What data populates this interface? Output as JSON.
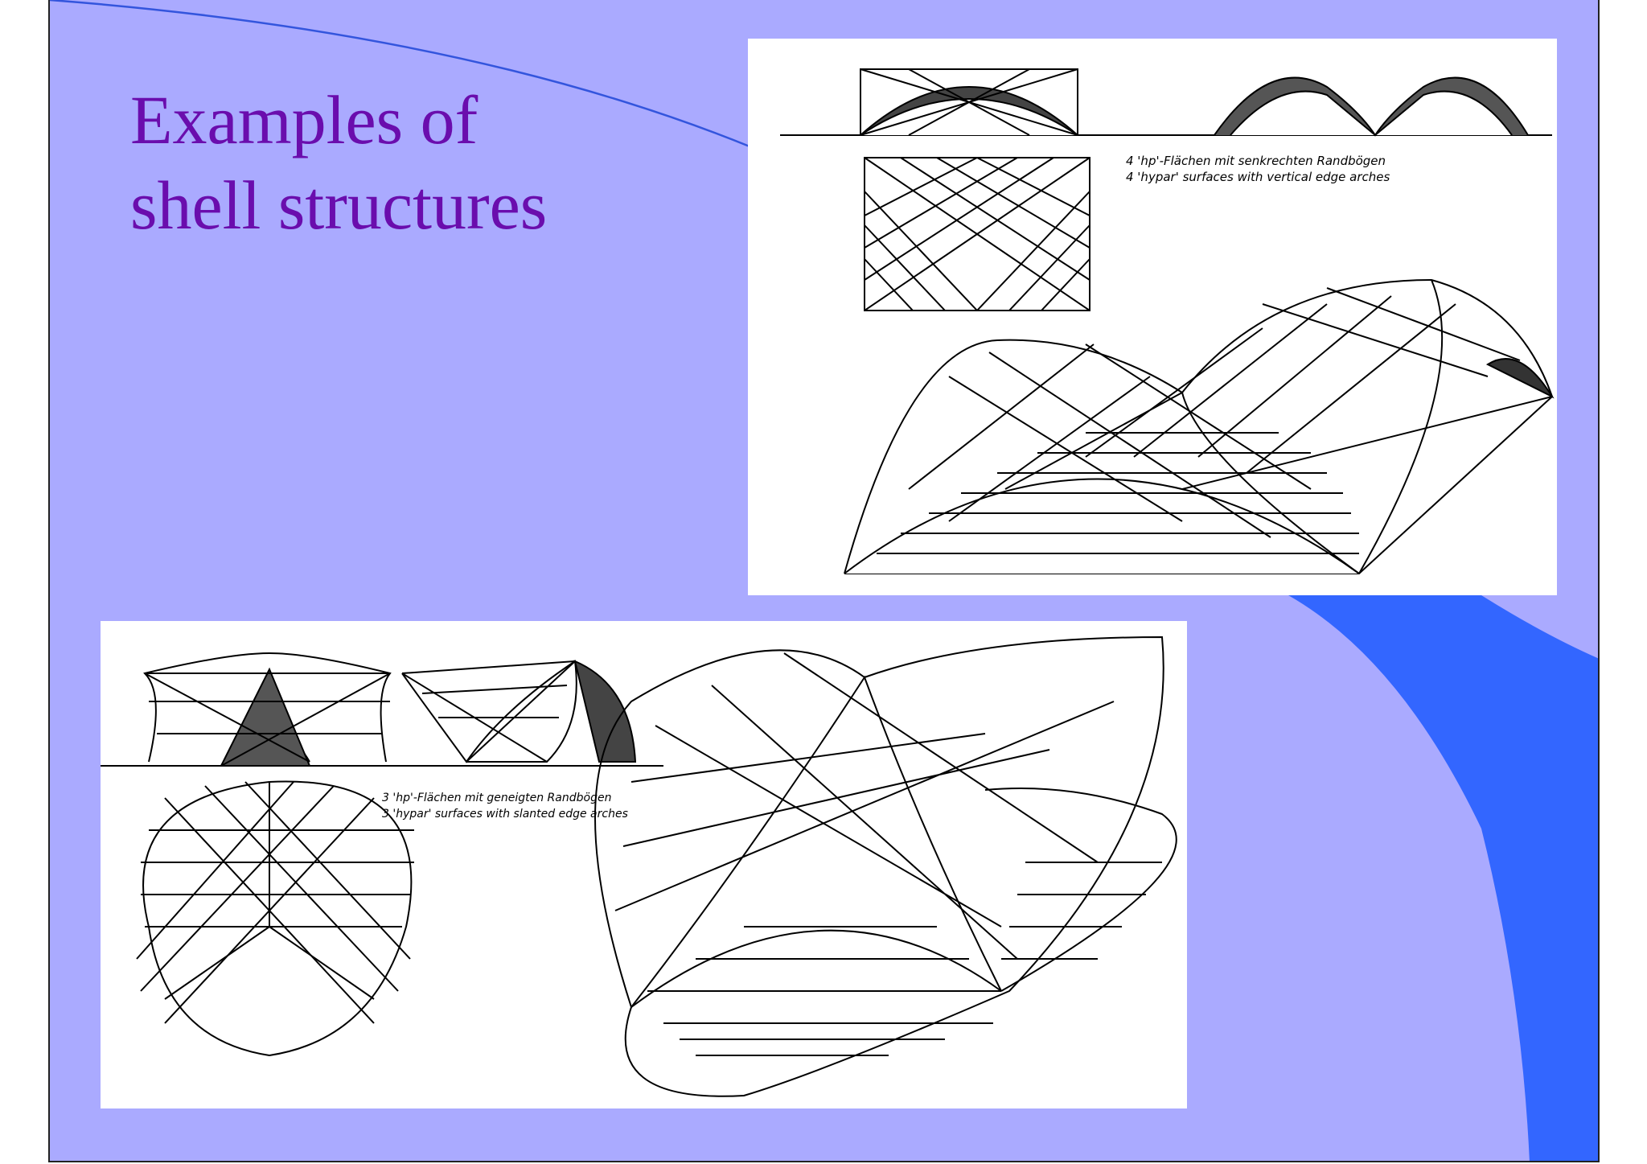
{
  "slide": {
    "title_lines": [
      "Examples of",
      "shell structures"
    ],
    "colors": {
      "background": "#aaaaff",
      "title": "#6a0dad",
      "accent_shape": "#3366ff",
      "accent_line": "#3355dd"
    }
  },
  "figure_top": {
    "caption_de": "4 'hp'-Flächen mit senkrechten Randbögen",
    "caption_en": "4 'hypar' surfaces with vertical edge arches"
  },
  "figure_bottom": {
    "caption_de": "3 'hp'-Flächen mit geneigten Randbögen",
    "caption_en": "3 'hypar' surfaces with slanted edge arches"
  }
}
